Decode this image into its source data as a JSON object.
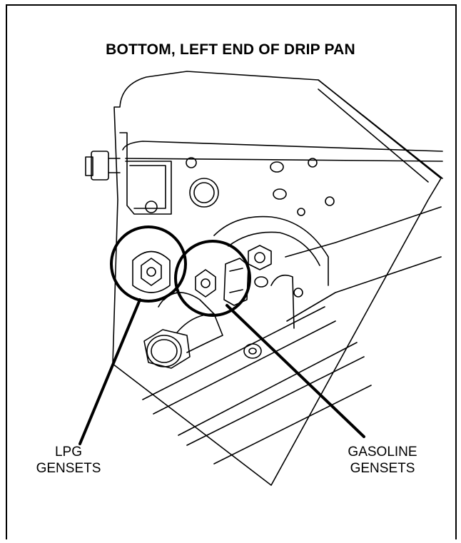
{
  "title": "BOTTOM, LEFT END OF DRIP PAN",
  "callouts": {
    "lpg": [
      "LPG",
      "GENSETS"
    ],
    "gasoline": [
      "GASOLINE",
      "GENSETS"
    ]
  },
  "colors": {
    "line": "#000000",
    "background": "#ffffff"
  }
}
